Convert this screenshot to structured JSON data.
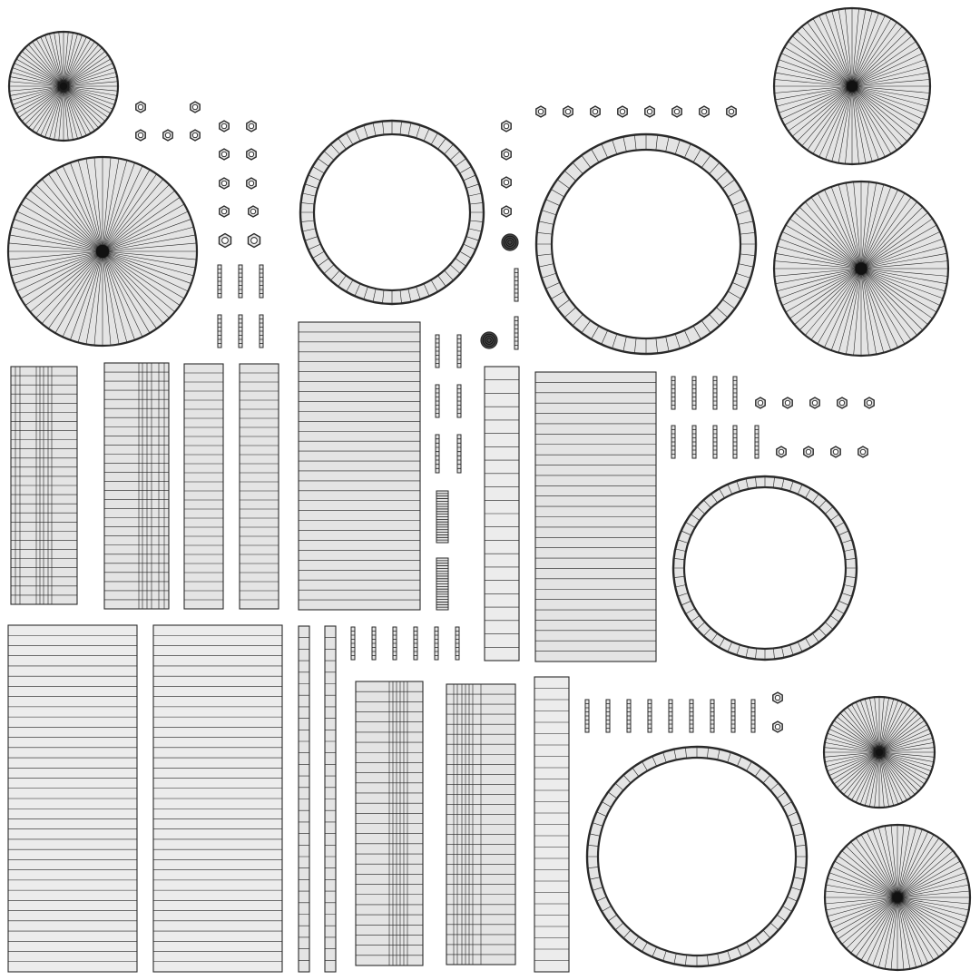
{
  "canvas": {
    "background": "#ffffff",
    "face_fill": "#e4e4e4",
    "face_fill_light": "#ececec",
    "stroke": "#1e1e1e",
    "outline": "#2a2a2a",
    "hub_fill": "#111111"
  },
  "islands": {
    "disc_spokes": 72,
    "ring_segments": 60,
    "hexagon_nut_sides": 6
  }
}
